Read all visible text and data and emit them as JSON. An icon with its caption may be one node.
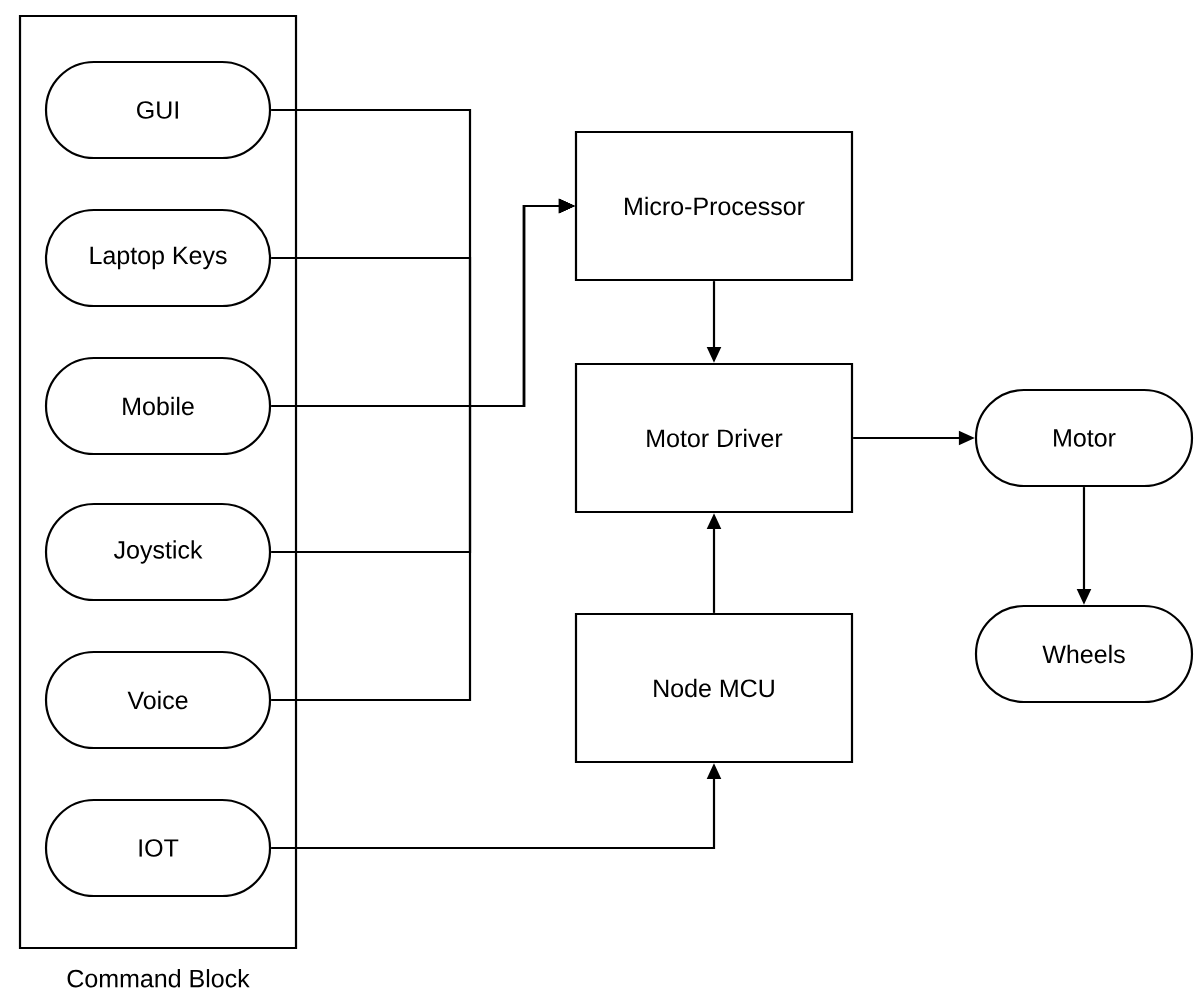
{
  "diagram": {
    "nodes": [
      {
        "text": [
          "Command Block"
        ]
      },
      {
        "text": [
          "GUI"
        ],
        "in": 0
      },
      {
        "text": [
          "Laptop Keys"
        ],
        "in": 0
      },
      {
        "text": [
          "Mobile"
        ],
        "in": 0
      },
      {
        "text": [
          "Joystick"
        ],
        "in": 0
      },
      {
        "text": [
          "Voice"
        ],
        "in": 0
      },
      {
        "text": [
          "IOT"
        ],
        "in": 0
      },
      {
        "text": [
          "Micro-Processor"
        ]
      },
      {
        "text": [
          "Motor Driver"
        ]
      },
      {
        "text": [
          "Node MCU"
        ]
      },
      {
        "text": [
          "Motor"
        ]
      },
      {
        "text": [
          "Wheels"
        ]
      }
    ],
    "edges": [
      {
        "from": 1,
        "to": 7,
        "arrow": "to"
      },
      {
        "from": 2,
        "to": 7,
        "arrow": "to"
      },
      {
        "from": 3,
        "to": 7,
        "arrow": "to"
      },
      {
        "from": 4,
        "to": 7,
        "arrow": "to"
      },
      {
        "from": 5,
        "to": 7,
        "arrow": "to"
      },
      {
        "from": 6,
        "to": 9,
        "arrow": "to"
      },
      {
        "from": 7,
        "to": 8,
        "arrow": "to"
      },
      {
        "from": 9,
        "to": 8,
        "arrow": "to"
      },
      {
        "from": 8,
        "to": 10,
        "arrow": "to"
      },
      {
        "from": 10,
        "to": 11,
        "arrow": "to"
      }
    ]
  }
}
